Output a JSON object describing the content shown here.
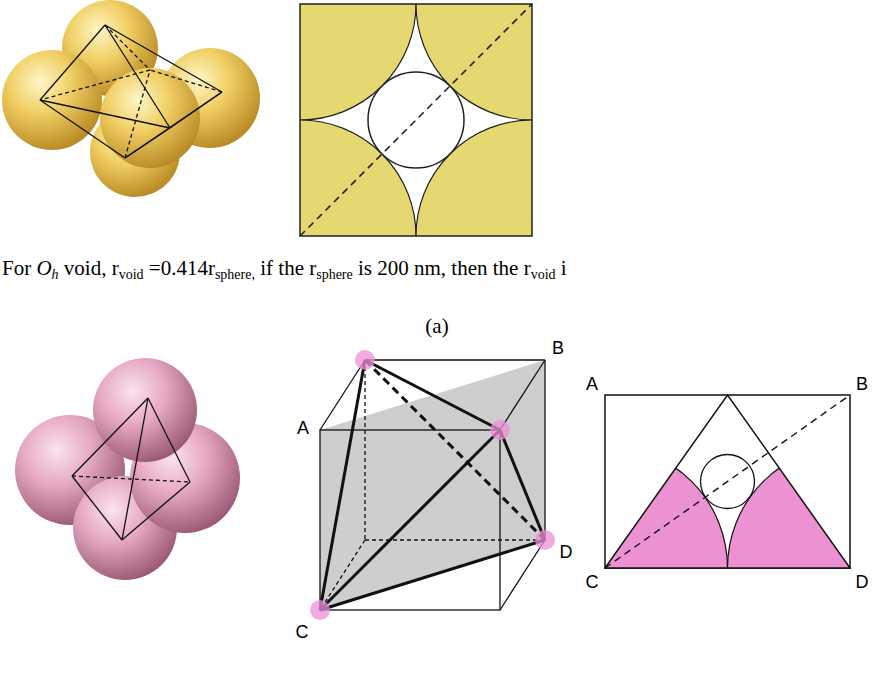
{
  "diagram": {
    "labels": [
      "For",
      "O",
      "h",
      "void, r",
      "void",
      "=0.414r",
      "sphere,",
      "if the r",
      "sphere",
      "is 200 nm, then the r",
      "void",
      "i",
      "(a)",
      "B",
      "A",
      "D",
      "C",
      "A",
      "B",
      "C",
      "D"
    ]
  }
}
